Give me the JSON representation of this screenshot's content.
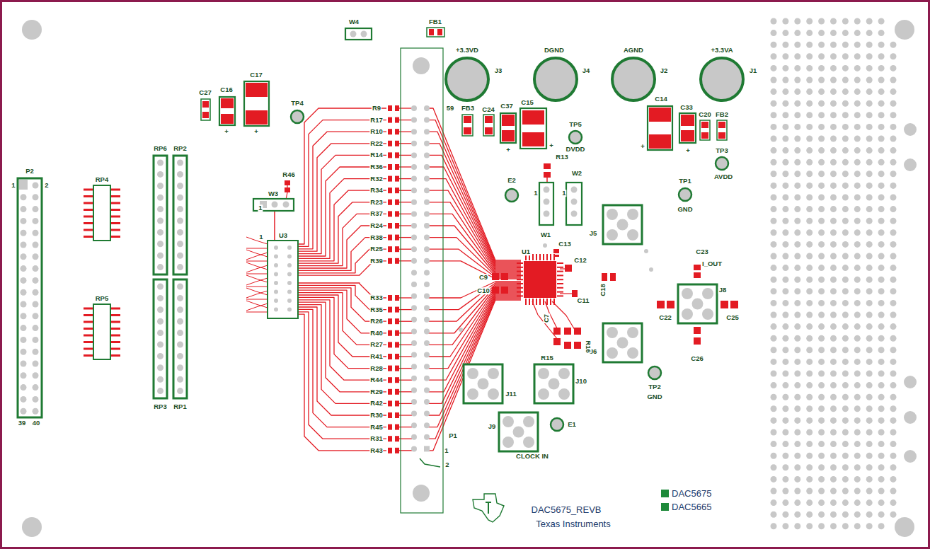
{
  "diagram": {
    "nodes": [
      {
        "text": [
          "+3.3VD",
          "J3"
        ]
      },
      {
        "text": [
          "DGND",
          "J4"
        ]
      },
      {
        "text": [
          "AGND",
          "J2"
        ]
      },
      {
        "text": [
          "+3.3VA",
          "J1"
        ]
      },
      {
        "text": [
          "P2",
          "1",
          "2",
          "39",
          "40"
        ]
      },
      {
        "text": [
          "RP4"
        ]
      },
      {
        "text": [
          "RP5"
        ]
      },
      {
        "text": [
          "RP6"
        ]
      },
      {
        "text": [
          "RP2"
        ]
      },
      {
        "text": [
          "RP3"
        ]
      },
      {
        "text": [
          "RP1"
        ]
      },
      {
        "text": [
          "U3",
          "1"
        ]
      },
      {
        "text": [
          "P1",
          "1",
          "2"
        ]
      },
      {
        "text": [
          "U1"
        ]
      },
      {
        "text": [
          "J5"
        ]
      },
      {
        "text": [
          "J6"
        ]
      },
      {
        "text": [
          "I_OUT",
          "J8"
        ]
      },
      {
        "text": [
          "J11"
        ]
      },
      {
        "text": [
          "J10"
        ]
      },
      {
        "text": [
          "J9",
          "CLOCK IN"
        ]
      }
    ],
    "labels": [
      "W4",
      "FB1",
      "C27",
      "C16",
      "C17",
      "+",
      "+",
      "TP4",
      "59",
      "FB3",
      "C24",
      "C37",
      "C15",
      "+",
      "+",
      "TP5",
      "DVDD",
      "C14",
      "C33",
      "C20",
      "FB2",
      "+",
      "+",
      "TP3",
      "AVDD",
      "TP1",
      "GND",
      "R46",
      "W3",
      "1",
      "R9",
      "R17",
      "R10",
      "R22",
      "R14",
      "R36",
      "R32",
      "R34",
      "R23",
      "R37",
      "R24",
      "R38",
      "R25",
      "R39",
      "R33",
      "R35",
      "R26",
      "R40",
      "R27",
      "R41",
      "R28",
      "R44",
      "R29",
      "R42",
      "R30",
      "R45",
      "R31",
      "R43",
      "E2",
      "R13",
      "W2",
      "1",
      "1",
      "W1",
      "C13",
      "C12",
      "C9",
      "C10",
      "C11",
      "C18",
      "C7",
      "R15",
      "R16",
      "TP2",
      "GND",
      "C23",
      "C22",
      "C25",
      "C26",
      "E1",
      "DAC5675_REVB",
      "Texas Instruments"
    ],
    "legend": [
      {
        "text": "DAC5675",
        "color": "#1e8a3a"
      },
      {
        "text": "DAC5665",
        "color": "#1e8a3a"
      }
    ]
  }
}
